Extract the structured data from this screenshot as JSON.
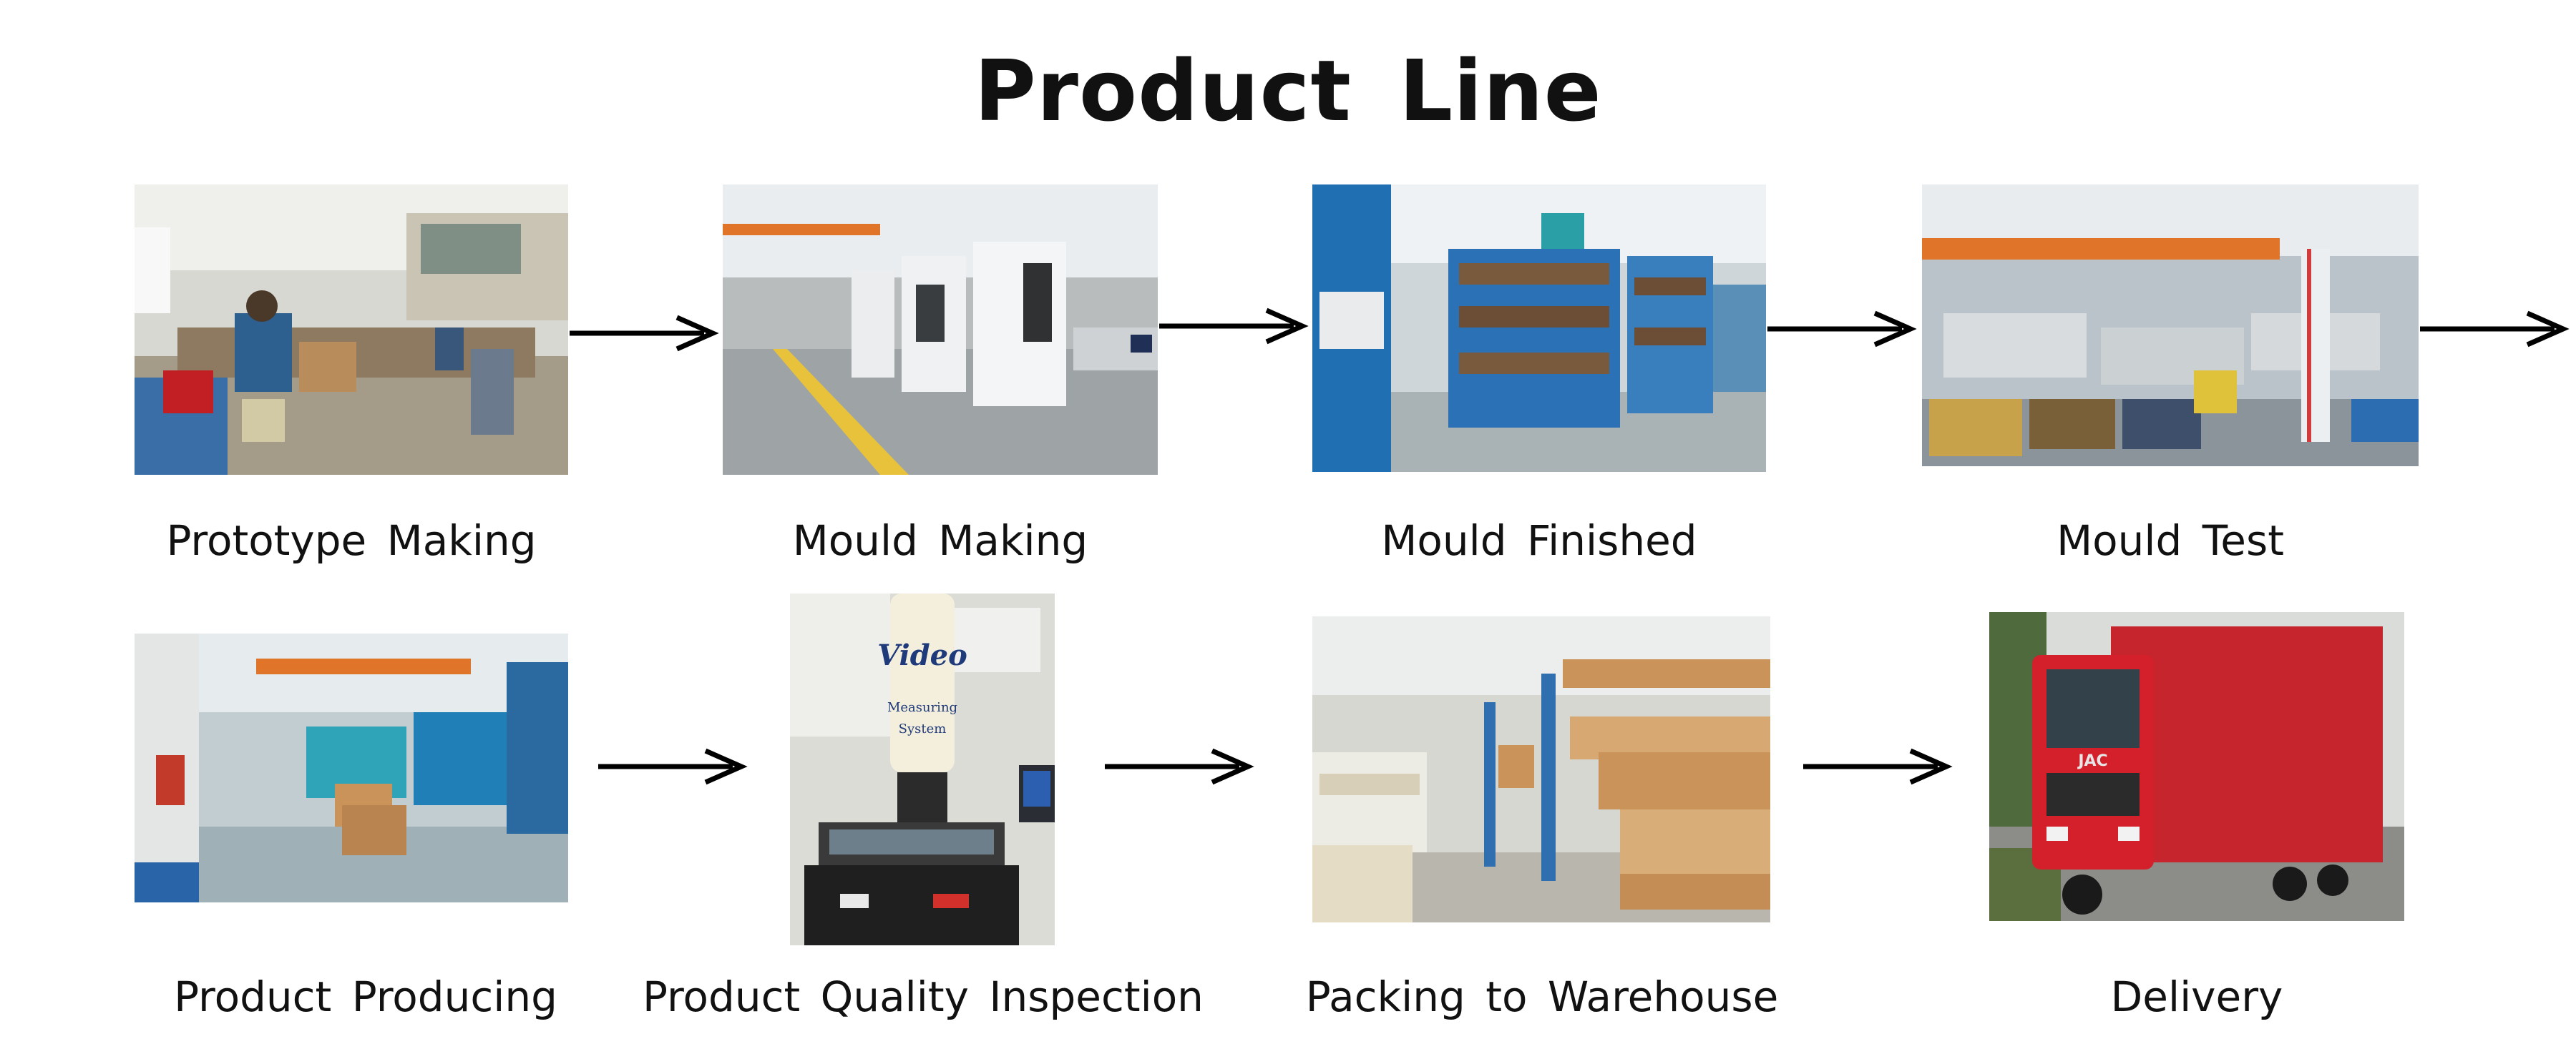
{
  "title": "Product Line",
  "steps": [
    {
      "label": "Prototype Making"
    },
    {
      "label": "Mould Making"
    },
    {
      "label": "Mould Finished"
    },
    {
      "label": "Mould Test"
    },
    {
      "label": "Product Producing"
    },
    {
      "label": "Product Quality Inspection"
    },
    {
      "label": "Packing to Warehouse"
    },
    {
      "label": "Delivery"
    }
  ],
  "inspection_machine_text": [
    "Video",
    "Measuring",
    "System"
  ],
  "truck_badge_text": "JAC",
  "colors": {
    "arrow": "#000000",
    "factory_blue": "#1f6fb2",
    "crane_orange": "#e0752a",
    "truck_red": "#d4202a",
    "box_brown": "#c9935a"
  }
}
